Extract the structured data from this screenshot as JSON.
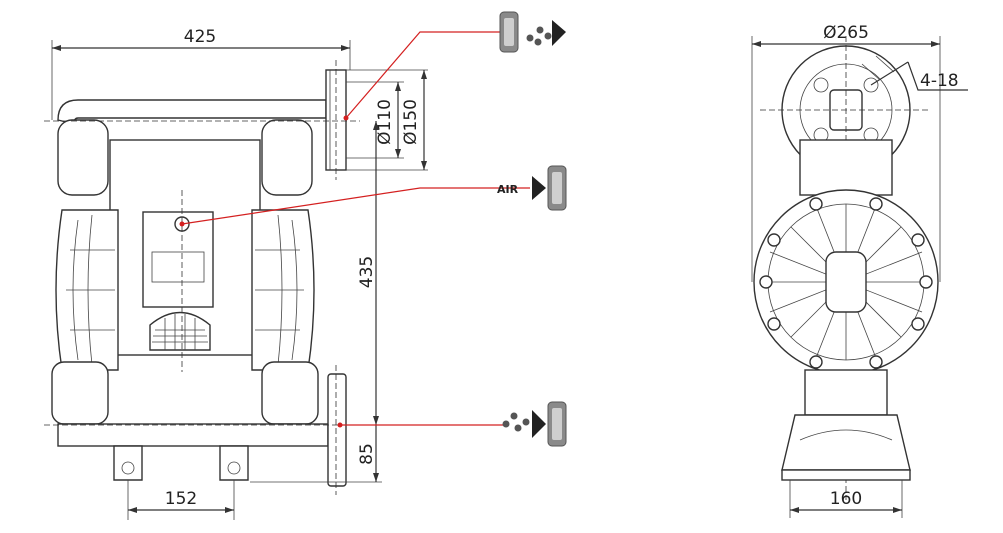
{
  "dimensions": {
    "overall_width": "425",
    "flange_small": "Ø110",
    "flange_large": "Ø150",
    "height_outlet": "435",
    "height_inlet": "85",
    "foot_spacing": "152",
    "side_diameter": "Ø265",
    "mount_holes": "4-18",
    "side_base_width": "160"
  },
  "callouts": {
    "air_label": "AIR"
  },
  "colors": {
    "line": "#333333",
    "leader": "#d42020",
    "fitting_gray": "#8a8a8a"
  }
}
